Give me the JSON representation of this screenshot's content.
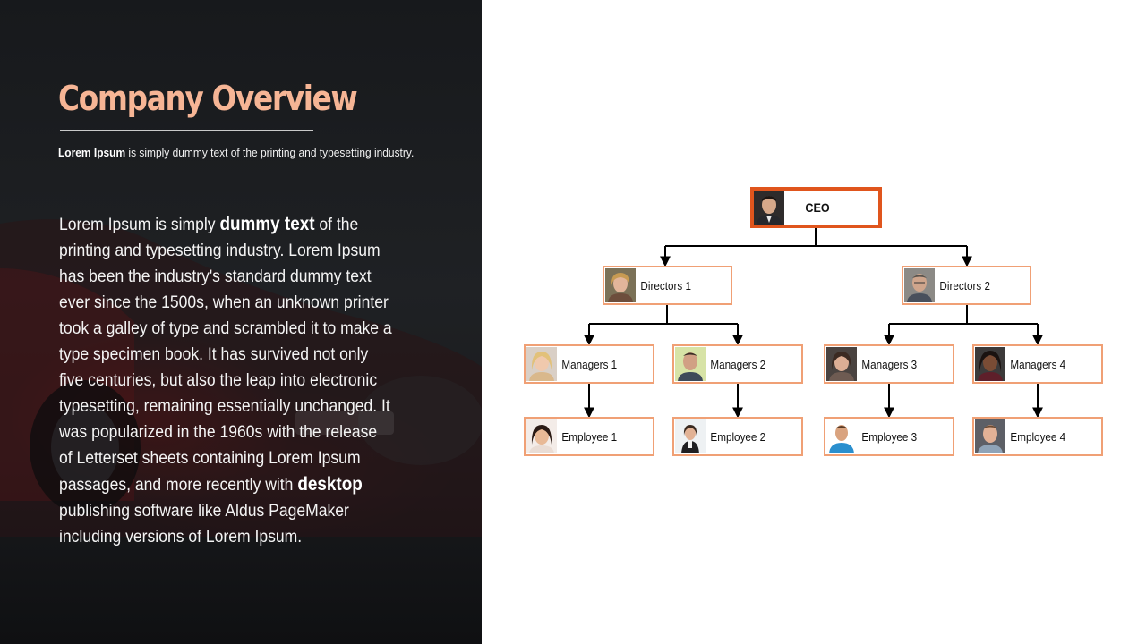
{
  "slide": {
    "title": "Company Overview",
    "subtitle_bold": "Lorem Ipsum",
    "subtitle_rest": " is simply dummy text of the printing and typesetting industry.",
    "body": {
      "part1": "Lorem Ipsum is simply ",
      "bold1": "dummy text",
      "part2": " of the printing and typesetting industry. Lorem Ipsum has been the industry's standard dummy text ever since the 1500s, when an unknown printer took a galley of type and scrambled it to make a type specimen book. It has survived not only five centuries, but also the leap into electronic typesetting, remaining essentially unchanged. It was popularized in the 1960s with the release of Letterset sheets containing Lorem Ipsum passages, and more recently with ",
      "bold2": "desktop",
      "part3": " publishing software like Aldus PageMaker including versions of Lorem Ipsum."
    }
  },
  "org_chart": {
    "ceo": {
      "label": "CEO",
      "photo": "male-avatar-icon"
    },
    "directors": [
      {
        "label": "Directors 1",
        "photo": "female-avatar-icon"
      },
      {
        "label": "Directors 2",
        "photo": "male-avatar-icon"
      }
    ],
    "managers": [
      {
        "label": "Managers 1",
        "photo": "female-avatar-icon"
      },
      {
        "label": "Managers 2",
        "photo": "male-avatar-icon"
      },
      {
        "label": "Managers 3",
        "photo": "female-avatar-icon"
      },
      {
        "label": "Managers 4",
        "photo": "female-avatar-icon"
      }
    ],
    "employees": [
      {
        "label": "Employee 1",
        "photo": "female-avatar-icon"
      },
      {
        "label": "Employee 2",
        "photo": "female-avatar-icon"
      },
      {
        "label": "Employee 3",
        "photo": "male-avatar-icon"
      },
      {
        "label": "Employee 4",
        "photo": "male-avatar-icon"
      }
    ]
  },
  "colors": {
    "title": "#f6b595",
    "ceo_border": "#e0551d",
    "node_border": "#f0a075",
    "connector": "#000000",
    "left_panel": "#1b1d20"
  }
}
